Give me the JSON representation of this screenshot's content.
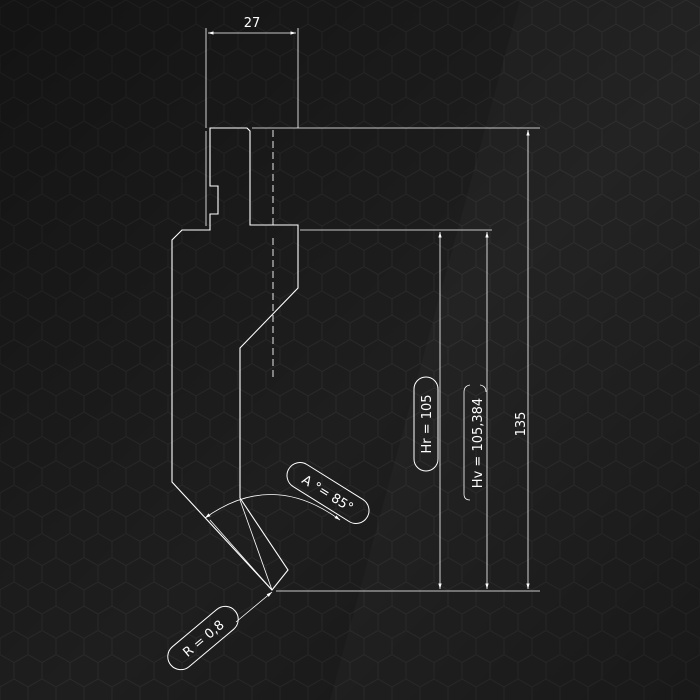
{
  "drawing": {
    "background_color": "#1e1e1e",
    "line_color": "#ffffff",
    "dimensions": {
      "width_label": "27",
      "total_height_label": "135",
      "hr_label": "Hr = 105",
      "hv_label": "Hv = 105,384",
      "angle_label": "A °= 85°",
      "radius_label": "R = 0,8"
    }
  }
}
